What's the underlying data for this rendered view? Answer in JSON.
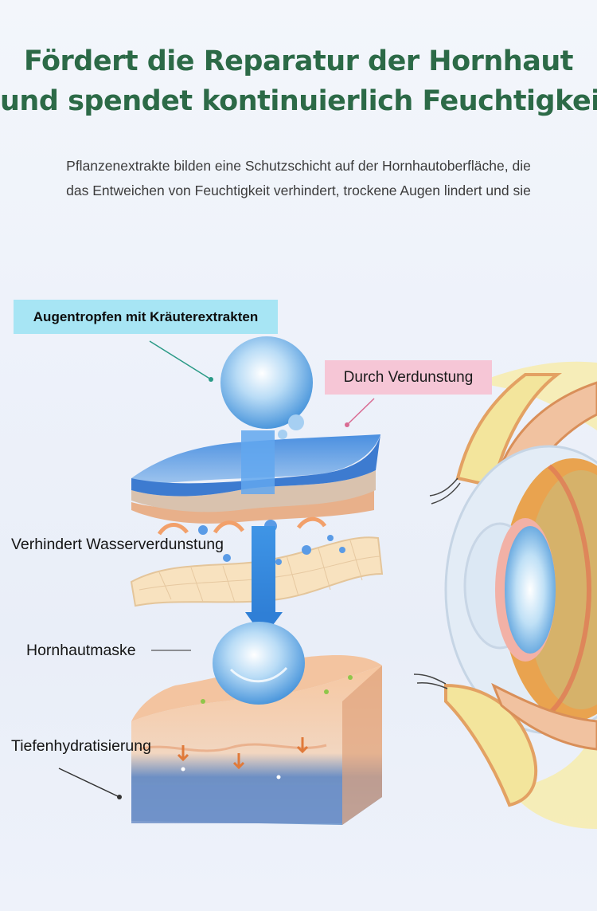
{
  "heading": {
    "line1": "Fördert die Reparatur der Hornhaut",
    "line2": "und spendet kontinuierlich Feuchtigkeit"
  },
  "description": {
    "line1": "Pflanzenextrakte bilden eine Schutzschicht auf der Hornhautoberfläche, die",
    "line2": "das Entweichen von Feuchtigkeit verhindert, trockene Augen lindert und sie"
  },
  "labels": {
    "eye_drops": "Augentropfen mit Kräuterextrakten",
    "evaporation": "Durch Verdunstung",
    "prevents_evaporation": "Verhindert Wasserverdunstung",
    "corneal_mask": "Hornhautmaske",
    "deep_hydration": "Tiefenhydratisierung"
  },
  "colors": {
    "heading": "#2c6a47",
    "tag_cyan": "#a7e5f4",
    "tag_pink": "#f6c6d6"
  }
}
